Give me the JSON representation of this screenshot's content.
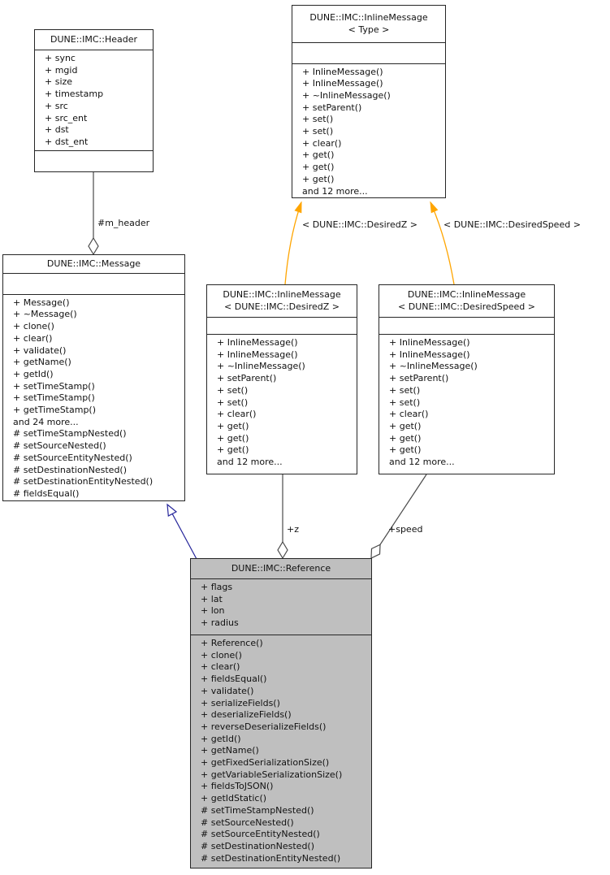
{
  "colors": {
    "template_edge": "#FFA500",
    "inheritance_edge": "#24249A",
    "member_edge": "#4A4A4A",
    "node_border": "#262626",
    "node_fill": "#FFFFFF",
    "focus_node_fill": "#BFBFBF"
  },
  "classes": {
    "header": {
      "title": "DUNE::IMC::Header",
      "attributes": [
        "+ sync",
        "+ mgid",
        "+ size",
        "+ timestamp",
        "+ src",
        "+ src_ent",
        "+ dst",
        "+ dst_ent"
      ],
      "methods": []
    },
    "inline_message_type": {
      "title_line1": "DUNE::IMC::InlineMessage",
      "title_line2": "< Type >",
      "attributes": [],
      "methods": [
        "+ InlineMessage()",
        "+ InlineMessage()",
        "+ ~InlineMessage()",
        "+ setParent()",
        "+ set()",
        "+ set()",
        "+ clear()",
        "+ get()",
        "+ get()",
        "+ get()",
        "and 12 more..."
      ]
    },
    "message": {
      "title": "DUNE::IMC::Message",
      "attributes": [],
      "methods": [
        "+ Message()",
        "+ ~Message()",
        "+ clone()",
        "+ clear()",
        "+ validate()",
        "+ getName()",
        "+ getId()",
        "+ setTimeStamp()",
        "+ setTimeStamp()",
        "+ getTimeStamp()",
        "and 24 more...",
        "# setTimeStampNested()",
        "# setSourceNested()",
        "# setSourceEntityNested()",
        "# setDestinationNested()",
        "# setDestinationEntityNested()",
        "# fieldsEqual()"
      ]
    },
    "inline_message_desired_z": {
      "title_line1": "DUNE::IMC::InlineMessage",
      "title_line2": "< DUNE::IMC::DesiredZ >",
      "attributes": [],
      "methods": [
        "+ InlineMessage()",
        "+ InlineMessage()",
        "+ ~InlineMessage()",
        "+ setParent()",
        "+ set()",
        "+ set()",
        "+ clear()",
        "+ get()",
        "+ get()",
        "+ get()",
        "and 12 more..."
      ]
    },
    "inline_message_desired_speed": {
      "title_line1": "DUNE::IMC::InlineMessage",
      "title_line2": "< DUNE::IMC::DesiredSpeed >",
      "attributes": [],
      "methods": [
        "+ InlineMessage()",
        "+ InlineMessage()",
        "+ ~InlineMessage()",
        "+ setParent()",
        "+ set()",
        "+ set()",
        "+ clear()",
        "+ get()",
        "+ get()",
        "+ get()",
        "and 12 more..."
      ]
    },
    "reference": {
      "title": "DUNE::IMC::Reference",
      "attributes": [
        "+ flags",
        "+ lat",
        "+ lon",
        "+ radius"
      ],
      "methods": [
        "+ Reference()",
        "+ clone()",
        "+ clear()",
        "+ fieldsEqual()",
        "+ validate()",
        "+ serializeFields()",
        "+ deserializeFields()",
        "+ reverseDeserializeFields()",
        "+ getId()",
        "+ getName()",
        "+ getFixedSerializationSize()",
        "+ getVariableSerializationSize()",
        "+ fieldsToJSON()",
        "+ getIdStatic()",
        "# setTimeStampNested()",
        "# setSourceNested()",
        "# setSourceEntityNested()",
        "# setDestinationNested()",
        "# setDestinationEntityNested()"
      ]
    }
  },
  "edges": {
    "m_header_label": "#m_header",
    "z_label": "+z",
    "speed_label": "+speed",
    "template_z_label": "< DUNE::IMC::DesiredZ >",
    "template_speed_label": "< DUNE::IMC::DesiredSpeed >"
  }
}
